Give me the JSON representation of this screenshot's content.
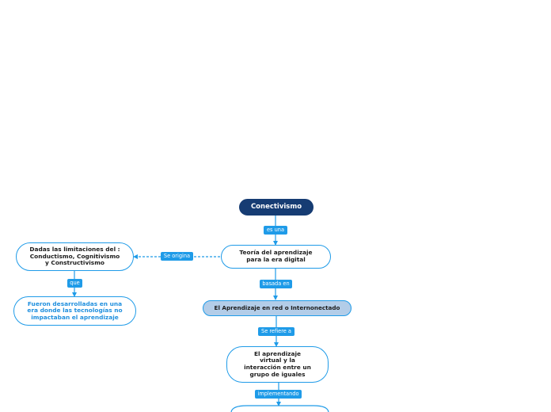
{
  "nodes": {
    "conectivismo": "Conectivismo",
    "teoria": "Teoría del aprendizaje\npara la era digital",
    "dadas": "Dadas las limitaciones del :\nConductismo, Cognitivismo\ny Constructivismo",
    "fueron": "Fueron desarrolladas en una\nera donde las tecnologías no\nimpactaban el aprendizaje",
    "aprendizaje_red": "El Aprendizaje en red o Internonectado",
    "virtual": "El aprendizaje\nvirtual y la\ninteracción entre un\ngrupo de iguales"
  },
  "links": {
    "es_una": "es una",
    "se_origina": "Se origina",
    "que": "que",
    "basada_en": "basada en",
    "se_refiere_a": "Se refiere a",
    "implementando": "implementando"
  },
  "colors": {
    "root_fill": "#163c73",
    "accent": "#1f9be8",
    "highlight_fill": "#b3cde8"
  }
}
